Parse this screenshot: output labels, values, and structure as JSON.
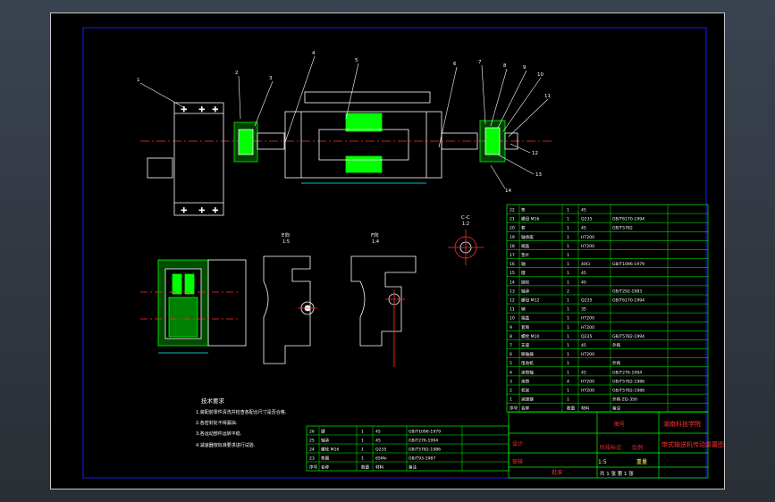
{
  "colors": {
    "frame": "#1a1aff",
    "outline": "#ffffff",
    "part": "#00ff00",
    "center": "#ff3030",
    "dim": "#00ffff",
    "table": "#00ff00",
    "text_red": "#ff3030",
    "text_yellow": "#ffff66"
  },
  "views": {
    "section_c": "C-C",
    "section_c_scale": "1:2",
    "section_e": "E向",
    "section_e_scale": "1:5",
    "section_f": "F向",
    "section_f_scale": "1:4"
  },
  "part_callouts": [
    "1",
    "2",
    "3",
    "4",
    "5",
    "6",
    "7",
    "8",
    "9",
    "10",
    "11",
    "12",
    "13",
    "14"
  ],
  "notes": {
    "heading": "技术要求",
    "lines": [
      "1.装配前零件清洗并检查各配合尺寸是否合格.",
      "2.各密封处不得漏油.",
      "3.各运动部件运转平稳.",
      "4.减速器按标准要求进行试验."
    ]
  },
  "bom_rows": [
    {
      "no": "22",
      "name": "垫",
      "qty": "1",
      "material": "45",
      "std": ""
    },
    {
      "no": "21",
      "name": "螺母 M16",
      "qty": "1",
      "material": "Q235",
      "std": "GB/T6170-1994"
    },
    {
      "no": "20",
      "name": "套",
      "qty": "1",
      "material": "45",
      "std": "GB/T5782"
    },
    {
      "no": "19",
      "name": "轴承座",
      "qty": "1",
      "material": "HT200",
      "std": ""
    },
    {
      "no": "18",
      "name": "端盖",
      "qty": "1",
      "material": "HT200",
      "std": ""
    },
    {
      "no": "17",
      "name": "垫片",
      "qty": "1",
      "material": "",
      "std": ""
    },
    {
      "no": "16",
      "name": "轴",
      "qty": "1",
      "material": "40Cr",
      "std": "GB/T1096-1979"
    },
    {
      "no": "15",
      "name": "键",
      "qty": "1",
      "material": "45",
      "std": ""
    },
    {
      "no": "14",
      "name": "链轮",
      "qty": "1",
      "material": "40",
      "std": ""
    },
    {
      "no": "13",
      "name": "轴承",
      "qty": "2",
      "material": "",
      "std": "GB/T292-1983"
    },
    {
      "no": "12",
      "name": "螺母 M12",
      "qty": "1",
      "material": "Q235",
      "std": "GB/T6170-1994"
    },
    {
      "no": "11",
      "name": "销",
      "qty": "1",
      "material": "35",
      "std": ""
    },
    {
      "no": "10",
      "name": "端盖",
      "qty": "1",
      "material": "HT200",
      "std": ""
    },
    {
      "no": "9",
      "name": "套筒",
      "qty": "1",
      "material": "HT200",
      "std": ""
    },
    {
      "no": "8",
      "name": "螺栓 M10",
      "qty": "1",
      "material": "Q235",
      "std": "GB/T5782-1994"
    },
    {
      "no": "7",
      "name": "支座",
      "qty": "1",
      "material": "45",
      "std": "外购"
    },
    {
      "no": "6",
      "name": "联轴器",
      "qty": "1",
      "material": "HT200",
      "std": ""
    },
    {
      "no": "5",
      "name": "电动机",
      "qty": "1",
      "material": "",
      "std": "外购"
    },
    {
      "no": "4",
      "name": "滚筒轴",
      "qty": "1",
      "material": "45",
      "std": "GB/T276-1994"
    },
    {
      "no": "3",
      "name": "滚筒",
      "qty": "4",
      "material": "HT200",
      "std": "GB/T5782-1986"
    },
    {
      "no": "2",
      "name": "机架",
      "qty": "1",
      "material": "HT200",
      "std": "GB/T5782-1986"
    },
    {
      "no": "1",
      "name": "减速器",
      "qty": "1",
      "material": "",
      "std": "外购 ZQ-350"
    }
  ],
  "bom_header": {
    "no": "序号",
    "name": "名称",
    "qty": "数量",
    "material": "材料",
    "std": "备注"
  },
  "lower_bom_rows": [
    {
      "no": "26",
      "name": "键",
      "qty": "1",
      "material": "45",
      "std": "GB/T1096-1979"
    },
    {
      "no": "25",
      "name": "轴承",
      "qty": "1",
      "material": "45",
      "std": "GB/T276-1994"
    },
    {
      "no": "24",
      "name": "螺栓 M16",
      "qty": "1",
      "material": "Q235",
      "std": "GB/T5782-1986"
    },
    {
      "no": "23",
      "name": "垫圈",
      "qty": "1",
      "material": "65Mn",
      "std": "GB/T93-1987"
    }
  ],
  "title_block": {
    "school": "湖南科技学院",
    "drawing_title": "带式输送机传动装置图",
    "scale_label": "比例",
    "scale_value": "1:5",
    "drawing_no": "图号",
    "designer_label": "设计",
    "checker_label": "审核",
    "approve_label": "批准",
    "sheet_label": "共 1 张  第 1 张",
    "stage_label": "阶段标记",
    "weight_label": "重量"
  }
}
